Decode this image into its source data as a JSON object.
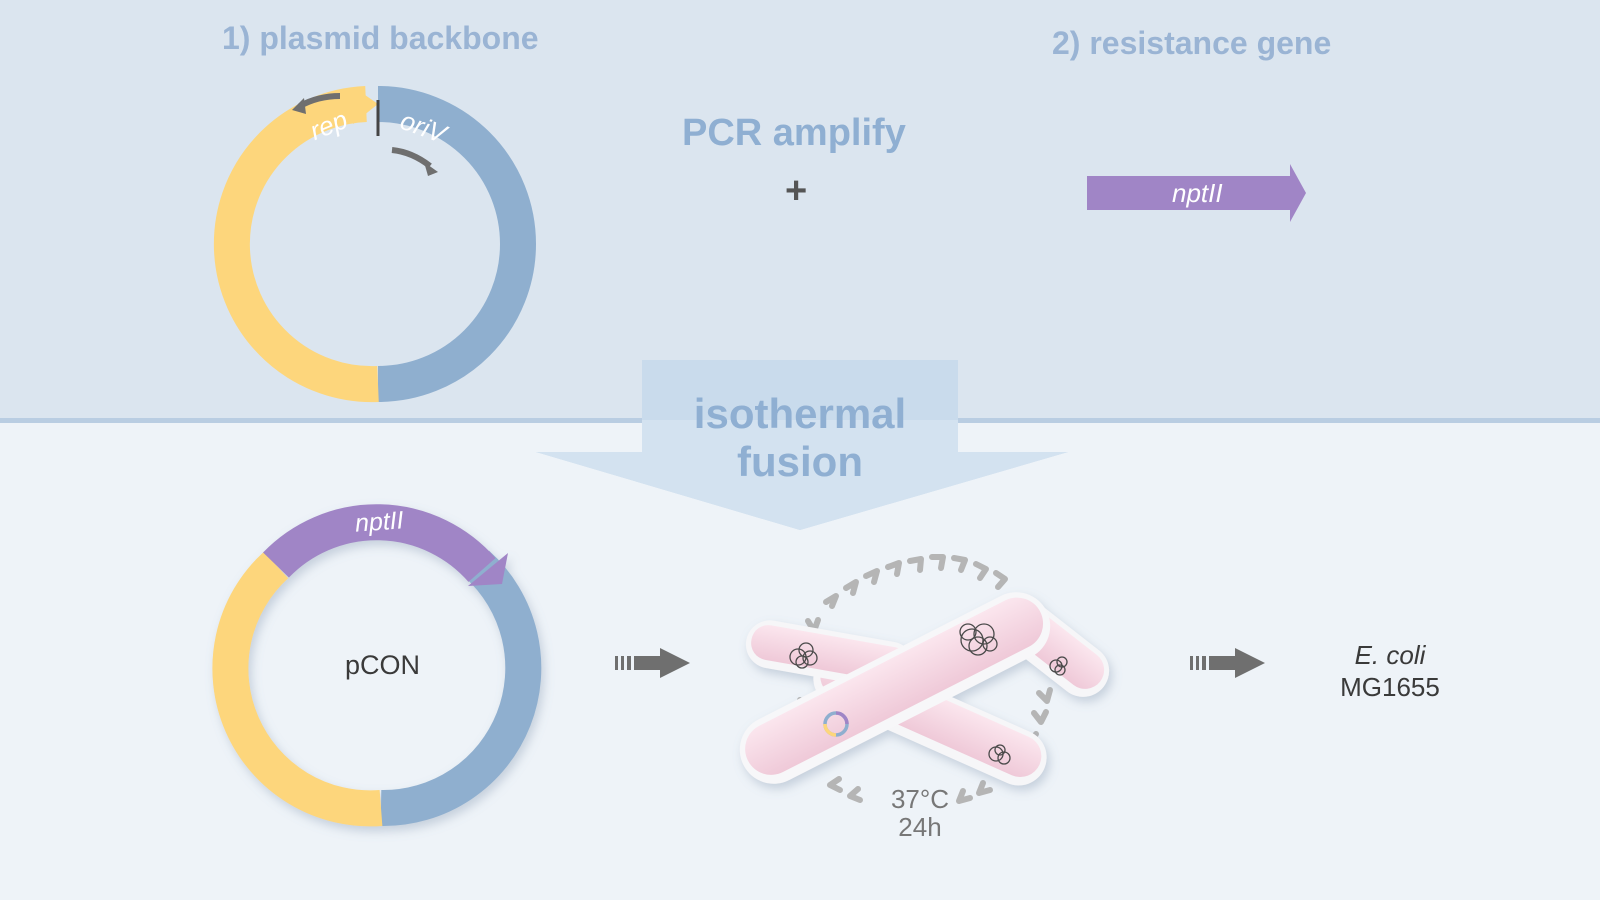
{
  "panel_top": {
    "title_backbone": "1) plasmid backbone",
    "title_gene": "2) resistance gene",
    "pcr_label": "PCR amplify",
    "plus": "+",
    "backbone_labels": {
      "rep": "rep",
      "oriV": "oriV"
    },
    "gene_label": "nptII"
  },
  "fusion": {
    "line1": "isothermal",
    "line2": "fusion"
  },
  "panel_bottom": {
    "plasmid_gene_label": "nptII",
    "plasmid_name": "pCON",
    "incubation_temp": "37°C",
    "incubation_time": "24h",
    "host_species": "E. coli",
    "host_strain": "MG1655"
  },
  "colors": {
    "top_bg": "#dbe5ef",
    "bottom_bg": "#eef3f8",
    "rep_yellow": "#fdd67c",
    "oriv_blue": "#8fafcf",
    "nptii_purple": "#a085c6",
    "cell_pink": "#f1cfdc",
    "arrow_gray": "#6f6f6f"
  }
}
